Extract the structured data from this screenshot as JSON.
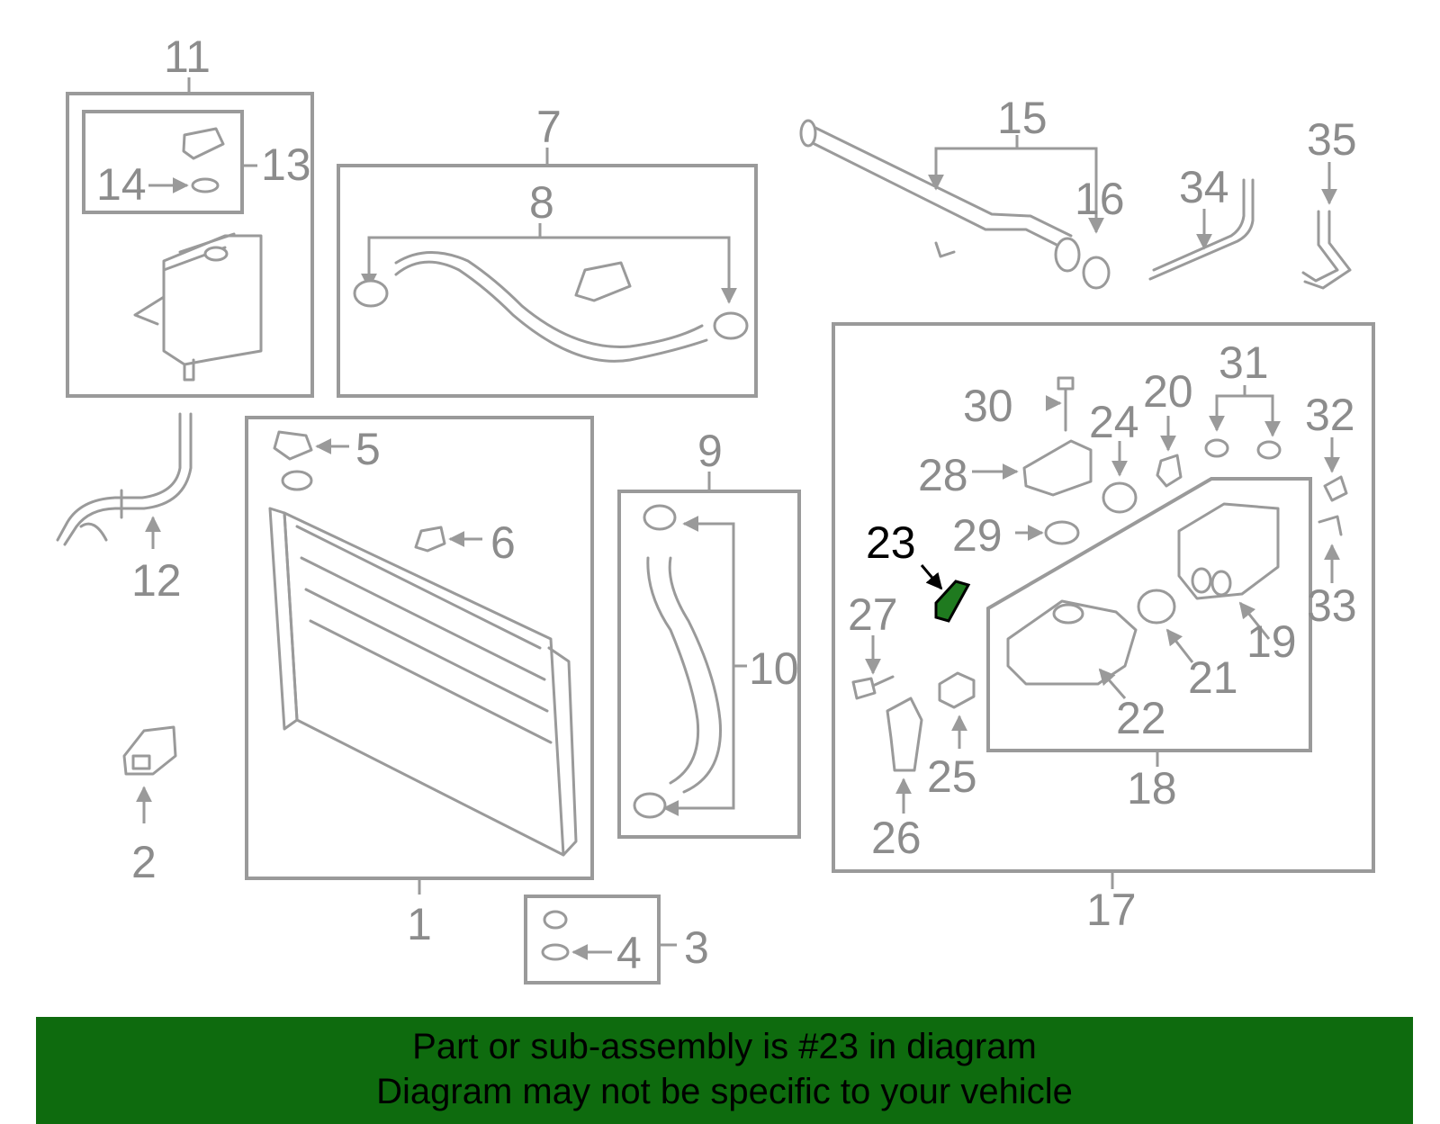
{
  "colors": {
    "line": "#9a9a9a",
    "highlight_fill": "#1f7a1f",
    "banner_bg": "#0e6b0e",
    "highlight_label": "#000000"
  },
  "highlighted_part": "23",
  "callouts": {
    "n1": "1",
    "n2": "2",
    "n3": "3",
    "n4": "4",
    "n5": "5",
    "n6": "6",
    "n7": "7",
    "n8": "8",
    "n9": "9",
    "n10": "10",
    "n11": "11",
    "n12": "12",
    "n13": "13",
    "n14": "14",
    "n15": "15",
    "n16": "16",
    "n17": "17",
    "n18": "18",
    "n19": "19",
    "n20": "20",
    "n21": "21",
    "n22": "22",
    "n23": "23",
    "n24": "24",
    "n25": "25",
    "n26": "26",
    "n27": "27",
    "n28": "28",
    "n29": "29",
    "n30": "30",
    "n31": "31",
    "n32": "32",
    "n33": "33",
    "n34": "34",
    "n35": "35"
  },
  "banner": {
    "line1": "Part or sub-assembly is #23 in diagram",
    "line2": "Diagram may not be specific to your vehicle"
  }
}
